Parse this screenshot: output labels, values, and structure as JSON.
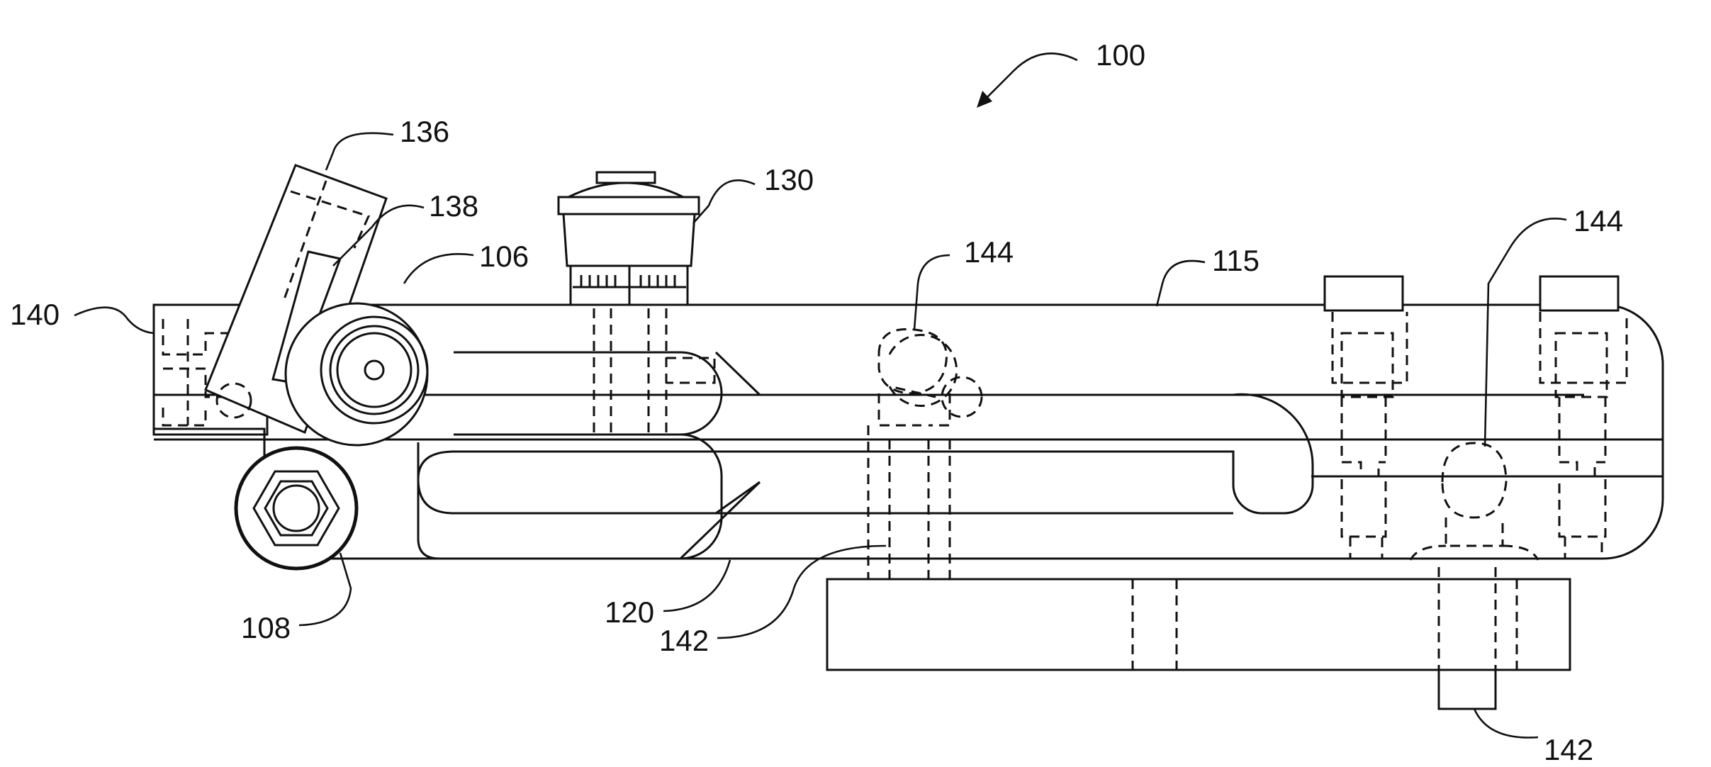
{
  "figure": {
    "labels": {
      "l100": "100",
      "l136": "136",
      "l138": "138",
      "l130": "130",
      "l106": "106",
      "l140": "140",
      "l144a": "144",
      "l115": "115",
      "l144b": "144",
      "l108": "108",
      "l120": "120",
      "l142a": "142",
      "l142b": "142"
    }
  }
}
